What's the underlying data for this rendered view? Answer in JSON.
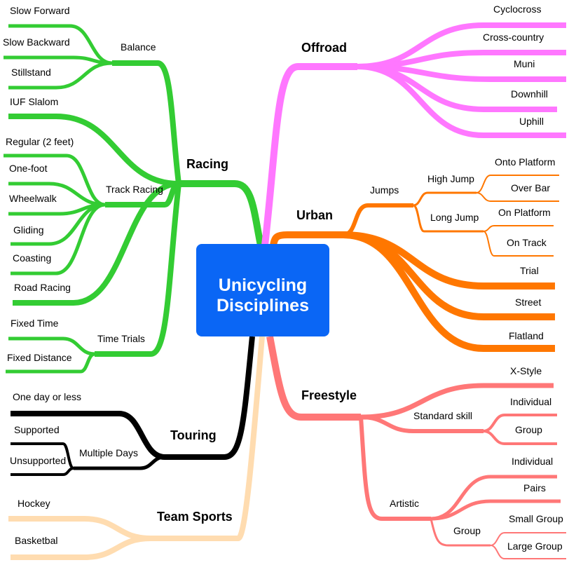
{
  "center": {
    "line1": "Unicycling",
    "line2": "Disciplines",
    "color": "#0a66f5"
  },
  "racing": {
    "label": "Racing",
    "color": "#33cc33",
    "balance": {
      "label": "Balance",
      "children": [
        "Slow Forward",
        "Slow Backward",
        "Stillstand"
      ]
    },
    "iuf_slalom": "IUF Slalom",
    "track_racing": {
      "label": "Track Racing",
      "children": [
        "Regular (2 feet)",
        "One-foot",
        "Wheelwalk",
        "Gliding",
        "Coasting"
      ]
    },
    "road_racing": "Road Racing",
    "time_trials": {
      "label": "Time Trials",
      "children": [
        "Fixed Time",
        "Fixed Distance"
      ]
    }
  },
  "offroad": {
    "label": "Offroad",
    "color": "#ff77ff",
    "children": [
      "Cyclocross",
      "Cross-country",
      "Muni",
      "Downhill",
      "Uphill"
    ]
  },
  "urban": {
    "label": "Urban",
    "color": "#ff7700",
    "jumps": {
      "label": "Jumps",
      "high_jump": {
        "label": "High Jump",
        "children": [
          "Onto Platform",
          "Over Bar"
        ]
      },
      "long_jump": {
        "label": "Long Jump",
        "children": [
          "On Platform",
          "On Track"
        ]
      }
    },
    "children": [
      "Trial",
      "Street",
      "Flatland"
    ]
  },
  "freestyle": {
    "label": "Freestyle",
    "color": "#ff7777",
    "x_style": "X-Style",
    "standard_skill": {
      "label": "Standard skill",
      "children": [
        "Individual",
        "Group"
      ]
    },
    "artistic": {
      "label": "Artistic",
      "children": [
        "Individual",
        "Pairs"
      ],
      "group": {
        "label": "Group",
        "children": [
          "Small Group",
          "Large Group"
        ]
      }
    }
  },
  "touring": {
    "label": "Touring",
    "color": "#000000",
    "one_day": "One day or less",
    "multiple_days": {
      "label": "Multiple Days",
      "children": [
        "Supported",
        "Unsupported"
      ]
    }
  },
  "team_sports": {
    "label": "Team Sports",
    "color": "#ffdcb0",
    "children": [
      "Hockey",
      "Basketbal"
    ]
  }
}
